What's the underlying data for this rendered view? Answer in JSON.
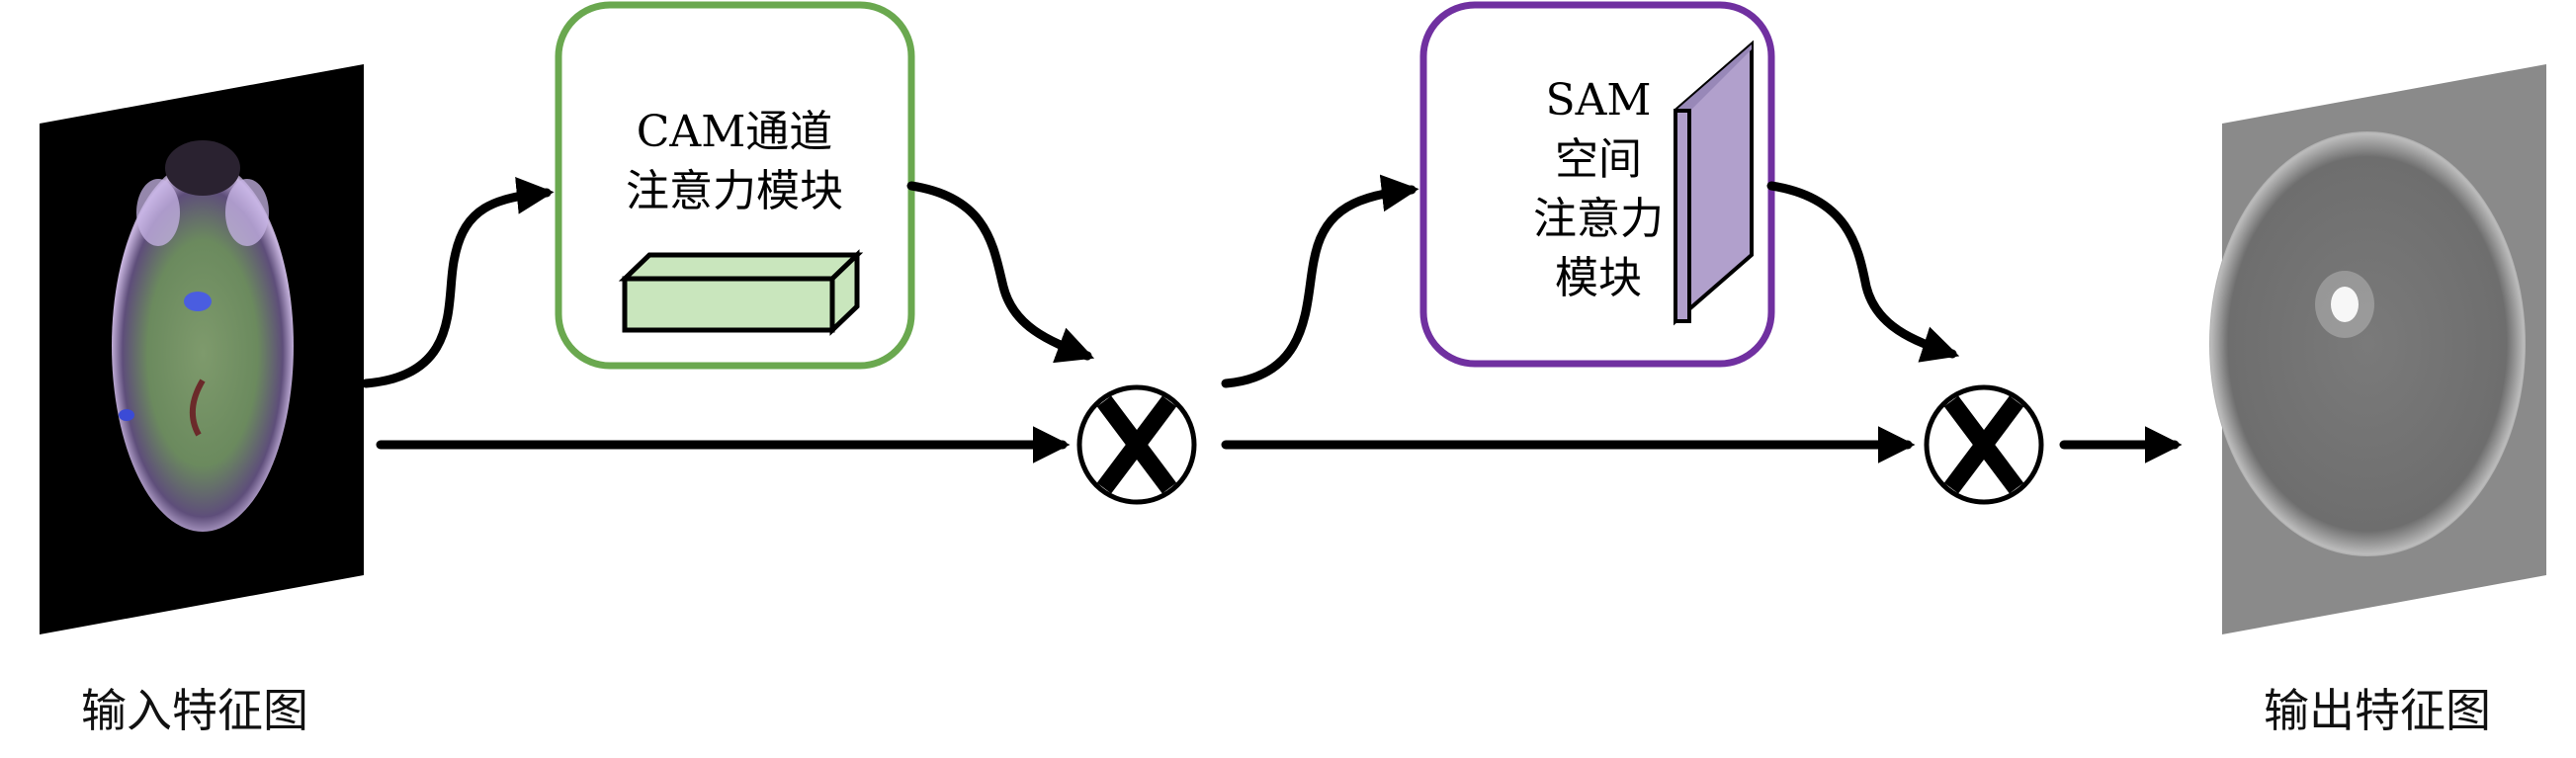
{
  "input_caption": "输入特征图",
  "output_caption": "输出特征图",
  "cam_module": {
    "line1": "CAM通道",
    "line2": "注意力模块",
    "border_color": "#6aa84f",
    "block_color": "#c9e6bd"
  },
  "sam_module": {
    "line1": "SAM",
    "line2": "空间",
    "line3": "注意力",
    "line4": "模块",
    "border_color": "#7030a0",
    "block_color": "#b1a0cc"
  },
  "operators": [
    "multiply-icon",
    "multiply-icon"
  ],
  "colors": {
    "arrow": "#000000",
    "input_map_bg": "#000000",
    "output_map_bg": "#8a8a8a"
  }
}
